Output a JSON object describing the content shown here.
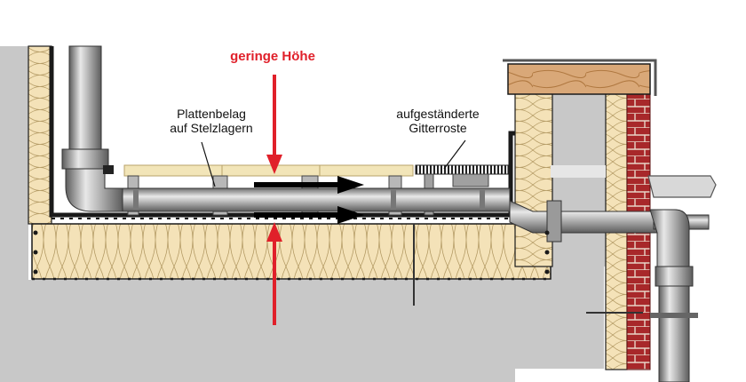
{
  "labels": {
    "height": "geringe Höhe",
    "plates_line1": "Plattenbelag",
    "plates_line2": "auf Stelzlagern",
    "grating_line1": "aufgeständerte",
    "grating_line2": "Gitterroste"
  },
  "colors": {
    "height_arrow": "#e0202a",
    "flow_arrow": "#000000",
    "concrete": "#c8c8c8",
    "insulation": "#f4e2b8",
    "brick": "#a8282a",
    "wood": "#d9a878",
    "pipe": "#9a9a9a",
    "membrane": "#1a1a1a"
  },
  "icons": [
    "arrow-down-icon",
    "arrow-up-icon",
    "arrow-right-icon"
  ]
}
